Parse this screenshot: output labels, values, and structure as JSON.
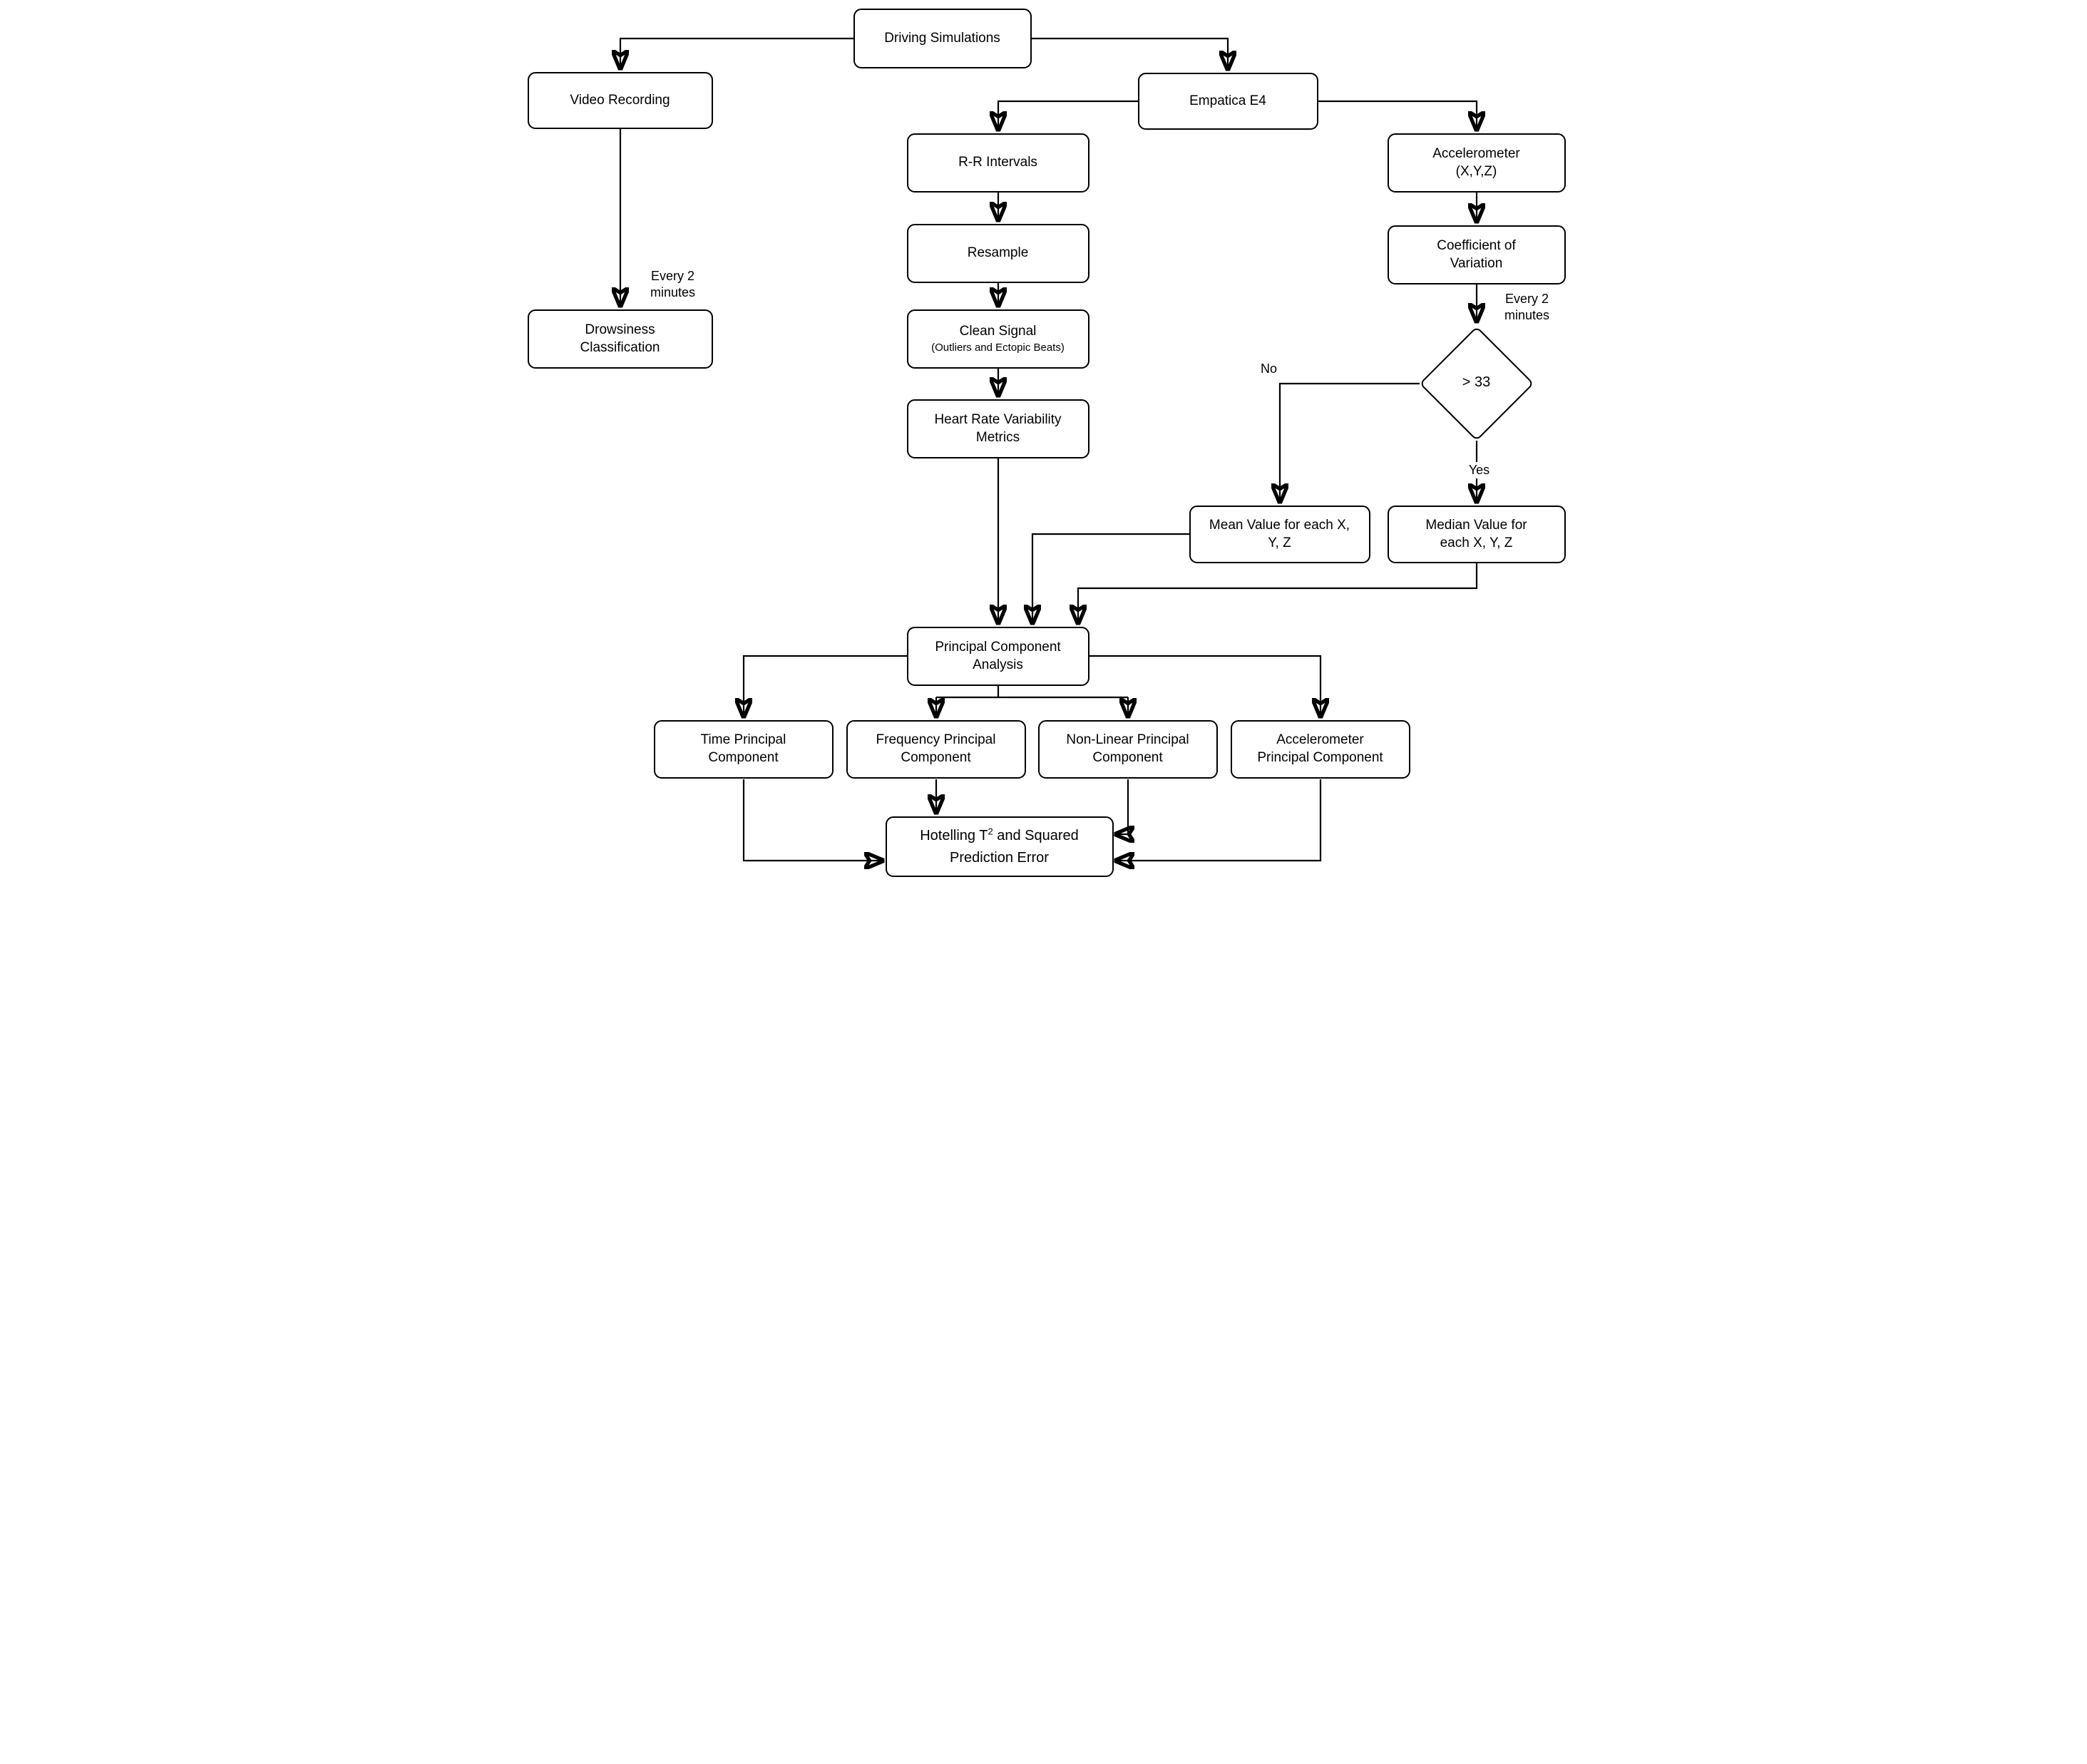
{
  "figure": {
    "description": "Flowchart of driving-simulation drowsiness study data processing pipeline"
  },
  "nodes": {
    "driving": {
      "label": "Driving Simulations"
    },
    "video": {
      "label": "Video Recording"
    },
    "empatica": {
      "label": "Empatica E4"
    },
    "rr": {
      "label": "R-R Intervals"
    },
    "accelerometer": {
      "line1": "Accelerometer",
      "line2": "(X,Y,Z)"
    },
    "resample": {
      "label": "Resample"
    },
    "coefficient": {
      "line1": "Coefficient of",
      "line2": "Variation"
    },
    "clean": {
      "title": "Clean Signal",
      "subtitle": "(Outliers and Ectopic Beats)"
    },
    "hrv": {
      "label": "Heart Rate Variability Metrics"
    },
    "drowsiness": {
      "label": "Drowsiness Classification"
    },
    "decision": {
      "label": "> 33"
    },
    "mean": {
      "label": "Mean Value for each X, Y, Z"
    },
    "median": {
      "label": "Median Value for each X, Y, Z"
    },
    "pca": {
      "label": "Principal Component Analysis"
    },
    "time_pc": {
      "label": "Time Principal Component"
    },
    "freq_pc": {
      "label": "Frequency Principal Component"
    },
    "nonlinear_pc": {
      "label": "Non-Linear Principal Component"
    },
    "accel_pc": {
      "label": "Accelerometer Principal Component"
    },
    "hotelling": {
      "prefix": "Hotelling T",
      "sup": "2",
      "suffix": " and Squared Prediction Error"
    }
  },
  "labels": {
    "every2_video": {
      "line1": "Every 2",
      "line2": "minutes"
    },
    "every2_cov": {
      "line1": "Every 2",
      "line2": "minutes"
    },
    "no": "No",
    "yes": "Yes"
  },
  "colors": {
    "stroke": "#000000",
    "background": "#ffffff",
    "box_fill": "#ffffff",
    "text": "#000000"
  }
}
